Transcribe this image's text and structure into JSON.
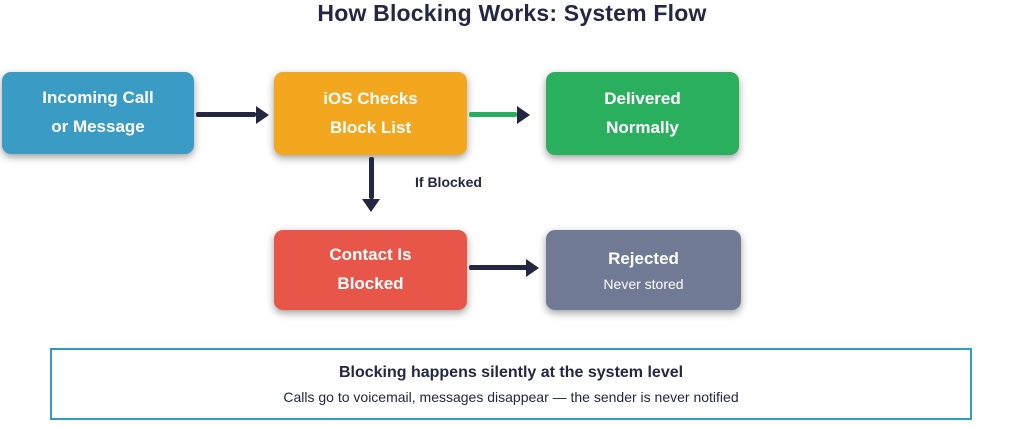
{
  "diagram": {
    "title": "How Blocking Works: System Flow",
    "nodes": {
      "incoming": {
        "line1": "Incoming Call",
        "line2": "or Message",
        "color": "#3a9cc4"
      },
      "check": {
        "line1": "iOS Checks",
        "line2": "Block List",
        "color": "#f3a71f"
      },
      "delivered": {
        "line1": "Delivered",
        "line2": "Normally",
        "color": "#2aaf5e"
      },
      "blocked": {
        "line1": "Contact Is",
        "line2": "Blocked",
        "color": "#e8564a"
      },
      "rejected": {
        "line1": "Rejected",
        "line2": "Never stored",
        "color": "#717a95"
      }
    },
    "connectors": {
      "down_label": "If Blocked",
      "dark_color": "#232741",
      "green_color": "#27ae60"
    },
    "note": {
      "primary": "Blocking happens silently at the system level",
      "secondary": "Calls go to voicemail, messages disappear — the sender is never notified",
      "border_color": "#2e9cc4"
    }
  }
}
